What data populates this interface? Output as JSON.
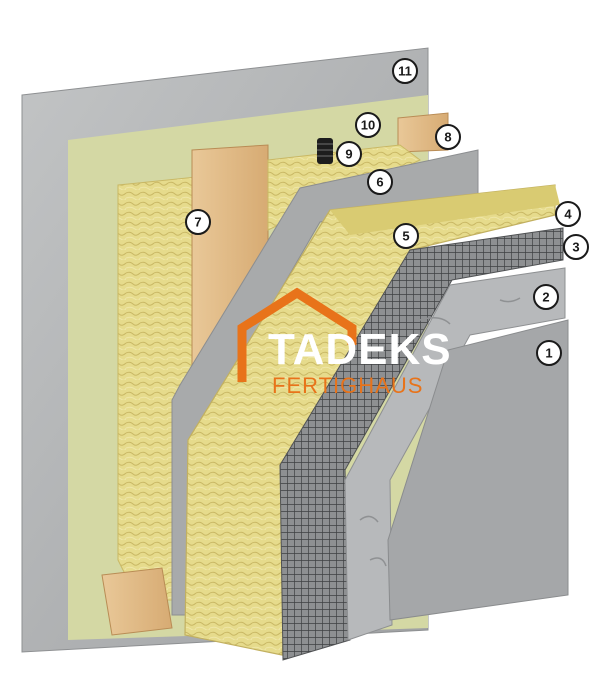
{
  "logo": {
    "brand": "TADEKS",
    "subbrand": "FERTIGHAUS",
    "accent_color": "#E8731A"
  },
  "callouts": [
    {
      "label": "1"
    },
    {
      "label": "2"
    },
    {
      "label": "3"
    },
    {
      "label": "4"
    },
    {
      "label": "5"
    },
    {
      "label": "6"
    },
    {
      "label": "7"
    },
    {
      "label": "8"
    },
    {
      "label": "9"
    },
    {
      "label": "10"
    },
    {
      "label": "11"
    }
  ],
  "colors": {
    "gypsum_board": "#b9bbbc",
    "vapor_barrier": "#d3d7a2",
    "mineral_wool": "#e4d98a",
    "timber": "#e3bd8a",
    "osb_board": "#a9abac",
    "mesh": "#6c6e70",
    "plaster": "#b4b6b8",
    "finish": "#a6a8aa"
  }
}
